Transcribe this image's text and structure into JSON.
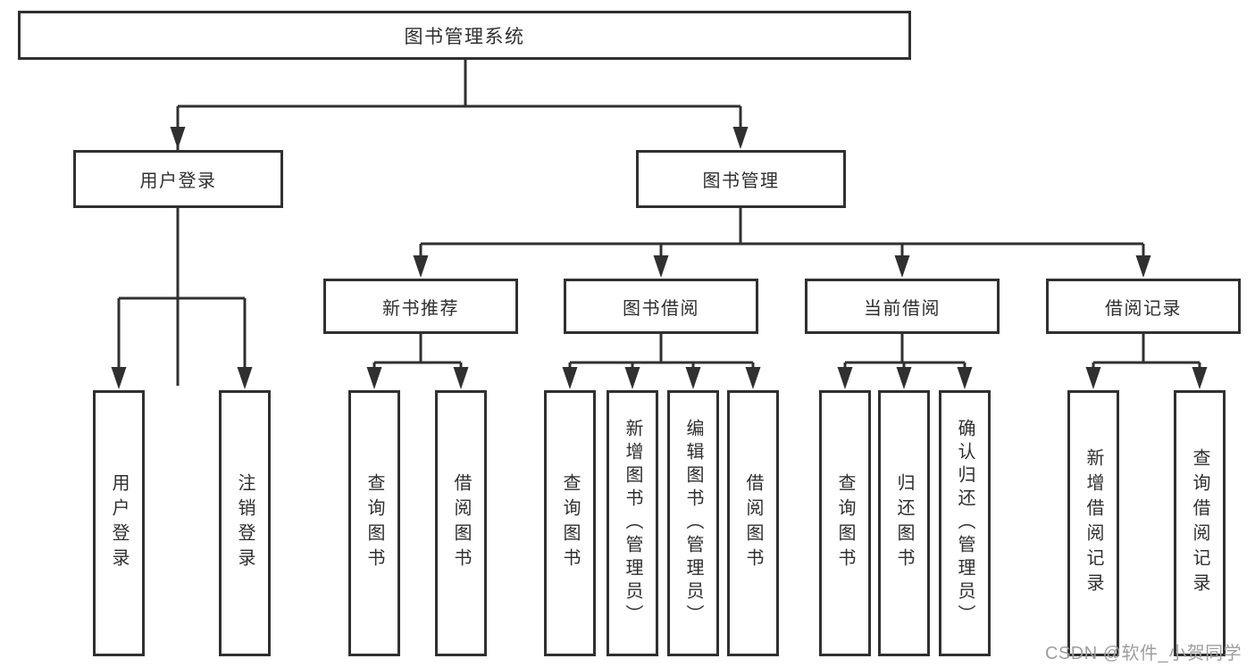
{
  "diagram": {
    "root": {
      "label": "图书管理系统"
    },
    "level2": [
      {
        "id": "user-login",
        "label": "用户登录"
      },
      {
        "id": "book-management",
        "label": "图书管理"
      }
    ],
    "level3": [
      {
        "id": "new-book-recommendation",
        "parent": "图书管理",
        "label": "新书推荐"
      },
      {
        "id": "book-borrowing",
        "parent": "图书管理",
        "label": "图书借阅"
      },
      {
        "id": "current-borrowing",
        "parent": "图书管理",
        "label": "当前借阅"
      },
      {
        "id": "borrowing-records",
        "parent": "图书管理",
        "label": "借阅记录"
      }
    ],
    "leaves": [
      {
        "parent": "用户登录",
        "label": "用户登录"
      },
      {
        "parent": "用户登录",
        "label": "注销登录"
      },
      {
        "parent": "新书推荐",
        "label": "查询图书"
      },
      {
        "parent": "新书推荐",
        "label": "借阅图书"
      },
      {
        "parent": "图书借阅",
        "label": "查询图书"
      },
      {
        "parent": "图书借阅",
        "label": "新增图书（管理员）"
      },
      {
        "parent": "图书借阅",
        "label": "编辑图书（管理员）"
      },
      {
        "parent": "图书借阅",
        "label": "借阅图书"
      },
      {
        "parent": "当前借阅",
        "label": "查询图书"
      },
      {
        "parent": "当前借阅",
        "label": "归还图书"
      },
      {
        "parent": "当前借阅",
        "label": "确认归还（管理员）"
      },
      {
        "parent": "借阅记录",
        "label": "新增借阅记录"
      },
      {
        "parent": "借阅记录",
        "label": "查询借阅记录"
      }
    ],
    "watermark": {
      "text": "CSDN @软件_小贺同学"
    },
    "colors": {
      "line": "#303030",
      "text": "#2f2f2f",
      "background": "#ffffff",
      "watermark": "#9e9e9e"
    }
  }
}
